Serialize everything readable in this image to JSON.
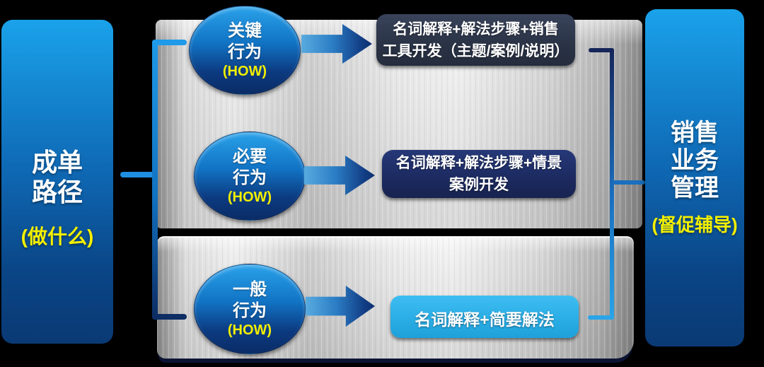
{
  "diagram": {
    "left_panel": {
      "line1": "成单",
      "line2": "路径",
      "subtitle": "(做什么)"
    },
    "right_panel": {
      "line1": "销售",
      "line2": "业务",
      "line3": "管理",
      "subtitle": "(督促辅导)"
    },
    "rows": [
      {
        "circle_line1": "关键",
        "circle_line2": "行为",
        "circle_how": "(HOW)",
        "box_line1": "名词解释+解法步骤+销售",
        "box_line2": "工具开发（主题/案例/说明）"
      },
      {
        "circle_line1": "必要",
        "circle_line2": "行为",
        "circle_how": "(HOW)",
        "box_line1": "名词解释+解法步骤+情景",
        "box_line2": "案例开发"
      },
      {
        "circle_line1": "一般",
        "circle_line2": "行为",
        "circle_how": "(HOW)",
        "box_line1": "名词解释+简要解法"
      }
    ],
    "colors": {
      "bright_blue": "#1b96e4",
      "deep_navy": "#0a3a74",
      "accent_yellow": "#f3ef00",
      "box_key_bg": "#2b3447",
      "box_required_bg": "#1c2a60",
      "box_general_bg": "#29ace4",
      "panel_silver": "#d9d9d9"
    }
  }
}
